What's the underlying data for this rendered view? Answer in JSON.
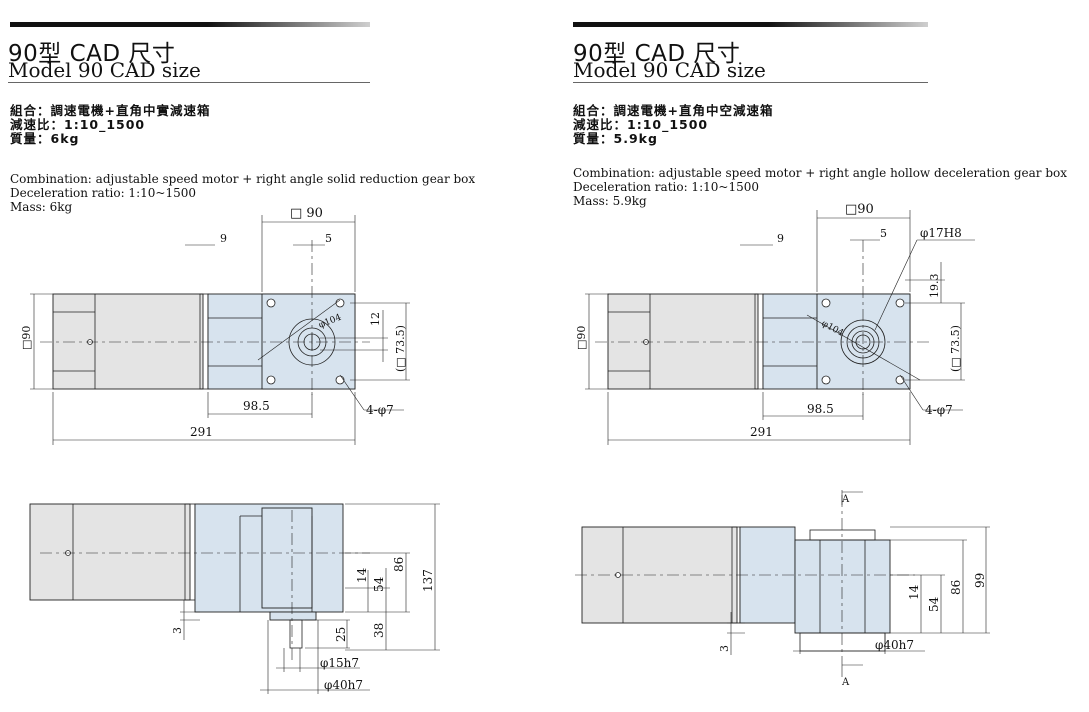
{
  "panels": [
    {
      "title_cn": "90型 CAD 尺寸",
      "title_en": "Model 90  CAD size",
      "spec_cn": [
        "組合：調速電機+直角中實減速箱",
        "減速比：1:10_1500",
        "質量：6kg"
      ],
      "spec_en": [
        "Combination: adjustable speed motor + right angle solid reduction gear box",
        "Deceleration ratio: 1:10~1500",
        "Mass: 6kg"
      ],
      "dims": {
        "square": "□ 90",
        "d5": "5",
        "d9": "9",
        "d12": "12",
        "sq735": "(□ 73.5)",
        "phi104": "φ104",
        "sq90": "□90",
        "d985": "98.5",
        "d291": "291",
        "holes": "4-φ7",
        "d14": "14",
        "d54": "54",
        "d86": "86",
        "d137": "137",
        "d25": "25",
        "d38": "38",
        "d3": "3",
        "shaft": "φ15h7",
        "pilot": "φ40h7"
      }
    },
    {
      "title_cn": "90型 CAD 尺寸",
      "title_en": "Model 90  CAD size",
      "spec_cn": [
        "組合：調速電機+直角中空減速箱",
        "減速比：1:10_1500",
        "質量：5.9kg"
      ],
      "spec_en": [
        "Combination: adjustable speed motor + right angle hollow deceleration gear box",
        "Deceleration ratio: 1:10~1500",
        "Mass: 5.9kg"
      ],
      "dims": {
        "square": "□90",
        "d5": "5",
        "d9": "9",
        "bore": "φ17H8",
        "d193": "19.3",
        "sq735": "(□ 73.5)",
        "phi104": "φ104",
        "sq90": "□90",
        "d985": "98.5",
        "d291": "291",
        "holes": "4-φ7",
        "d14": "14",
        "d54": "54",
        "d86": "86",
        "d99": "99",
        "d3": "3",
        "pilot": "φ40h7",
        "sectionA": "A"
      }
    }
  ]
}
